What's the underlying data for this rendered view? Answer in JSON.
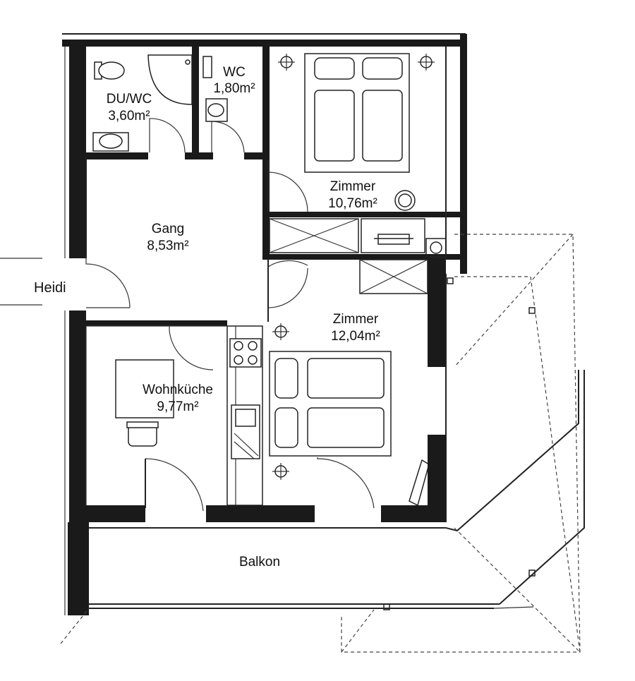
{
  "rooms": {
    "duwc": {
      "name": "DU/WC",
      "area": "3,60m²"
    },
    "wc": {
      "name": "WC",
      "area": "1,80m²"
    },
    "zimmer1": {
      "name": "Zimmer",
      "area": "10,76m²"
    },
    "gang": {
      "name": "Gang",
      "area": "8,53m²"
    },
    "zimmer2": {
      "name": "Zimmer",
      "area": "12,04m²"
    },
    "wohnkueche": {
      "name": "Wohnküche",
      "area": "9,77m²"
    },
    "balkon": {
      "name": "Balkon"
    }
  },
  "neighbor": {
    "label": "Heidi"
  }
}
